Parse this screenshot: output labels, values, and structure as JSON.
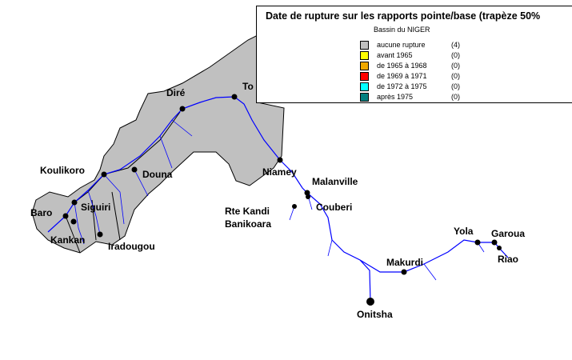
{
  "legend": {
    "title": "Date de rupture sur les rapports pointe/base (trapèze 50%",
    "subtitle": "Bassin du NIGER",
    "items": [
      {
        "label": "aucune rupture",
        "count": "(4)",
        "color": "#c0c0c0"
      },
      {
        "label": "avant 1965",
        "count": "(0)",
        "color": "#ffff00"
      },
      {
        "label": "de 1965 à 1968",
        "count": "(0)",
        "color": "#f0a800"
      },
      {
        "label": "de 1969 à 1971",
        "count": "(0)",
        "color": "#ff0000"
      },
      {
        "label": "de 1972 à 1975",
        "count": "(0)",
        "color": "#00ffff"
      },
      {
        "label": "après 1975",
        "count": "(0)",
        "color": "#008080"
      }
    ]
  },
  "stations": {
    "dire": "Diré",
    "tombouctou": "To",
    "koulikoro": "Koulikoro",
    "douna": "Douna",
    "niamey": "Niamey",
    "malanville": "Malanville",
    "couberi": "Couberi",
    "rte_kandi": "Rte Kandi",
    "banikoara": "Banikoara",
    "baro": "Baro",
    "siguiri": "Siguiri",
    "kankan": "Kankan",
    "iradougou": "Iradougou",
    "yola": "Yola",
    "garoua": "Garoua",
    "riao": "Riao",
    "makurdi": "Makurdi",
    "onitsha": "Onitsha"
  }
}
